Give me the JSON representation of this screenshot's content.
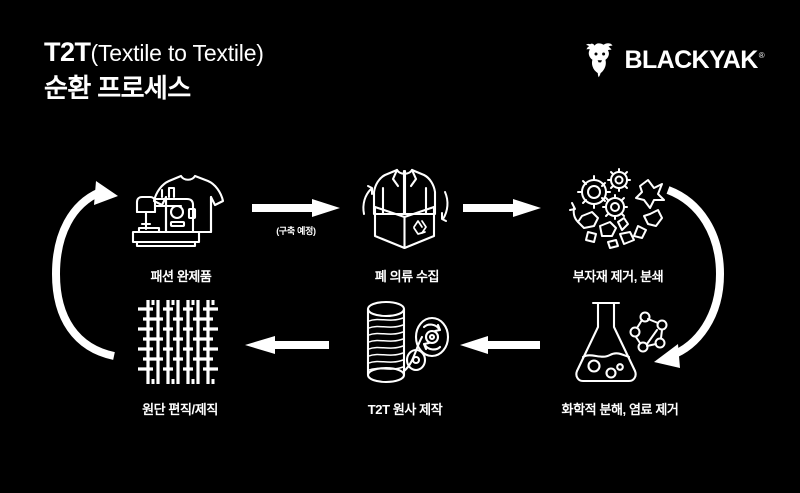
{
  "page": {
    "background_color": "#000000",
    "foreground_color": "#ffffff"
  },
  "header": {
    "title_main": "T2T",
    "title_sub": "(Textile to Textile)",
    "title_line2": "순환 프로세스",
    "logo": {
      "mark_name": "yak-head-icon",
      "wordmark": "BLACKYAK",
      "registered_mark": "®"
    }
  },
  "diagram": {
    "type": "circular-process-flow",
    "nodes": [
      {
        "id": "node-1",
        "label": "패션 완제품",
        "icon": "sewing-machine-sweater-icon",
        "row": "top",
        "order": 1
      },
      {
        "id": "node-2",
        "label": "폐 의류 수집",
        "icon": "clothing-recycle-box-icon",
        "row": "top",
        "order": 2
      },
      {
        "id": "node-3",
        "label": "부자재 제거, 분쇄",
        "icon": "gears-shredding-icon",
        "row": "top",
        "order": 3
      },
      {
        "id": "node-6",
        "label": "화학적 분해, 염료 제거",
        "icon": "flask-molecule-icon",
        "row": "bottom",
        "order": 4
      },
      {
        "id": "node-5",
        "label": "T2T 원사 제작",
        "icon": "thread-spool-icon",
        "row": "bottom",
        "order": 5
      },
      {
        "id": "node-4",
        "label": "원단 편직/제직",
        "icon": "woven-fabric-icon",
        "row": "bottom",
        "order": 6
      }
    ],
    "connectors": [
      {
        "id": "arrow-a",
        "kind": "straight",
        "direction": "right",
        "from": "node-1",
        "to": "node-2",
        "note": "(구축 예정)"
      },
      {
        "id": "arrow-b",
        "kind": "straight",
        "direction": "right",
        "from": "node-2",
        "to": "node-3",
        "note": ""
      },
      {
        "id": "arc-right",
        "kind": "curved",
        "direction": "clockwise-down",
        "from": "node-3",
        "to": "node-6",
        "note": ""
      },
      {
        "id": "arrow-c",
        "kind": "straight",
        "direction": "left",
        "from": "node-6",
        "to": "node-5",
        "note": ""
      },
      {
        "id": "arrow-d",
        "kind": "straight",
        "direction": "left",
        "from": "node-5",
        "to": "node-4",
        "note": ""
      },
      {
        "id": "arc-left",
        "kind": "curved",
        "direction": "counterclockwise-up",
        "from": "node-4",
        "to": "node-1",
        "note": ""
      }
    ]
  }
}
